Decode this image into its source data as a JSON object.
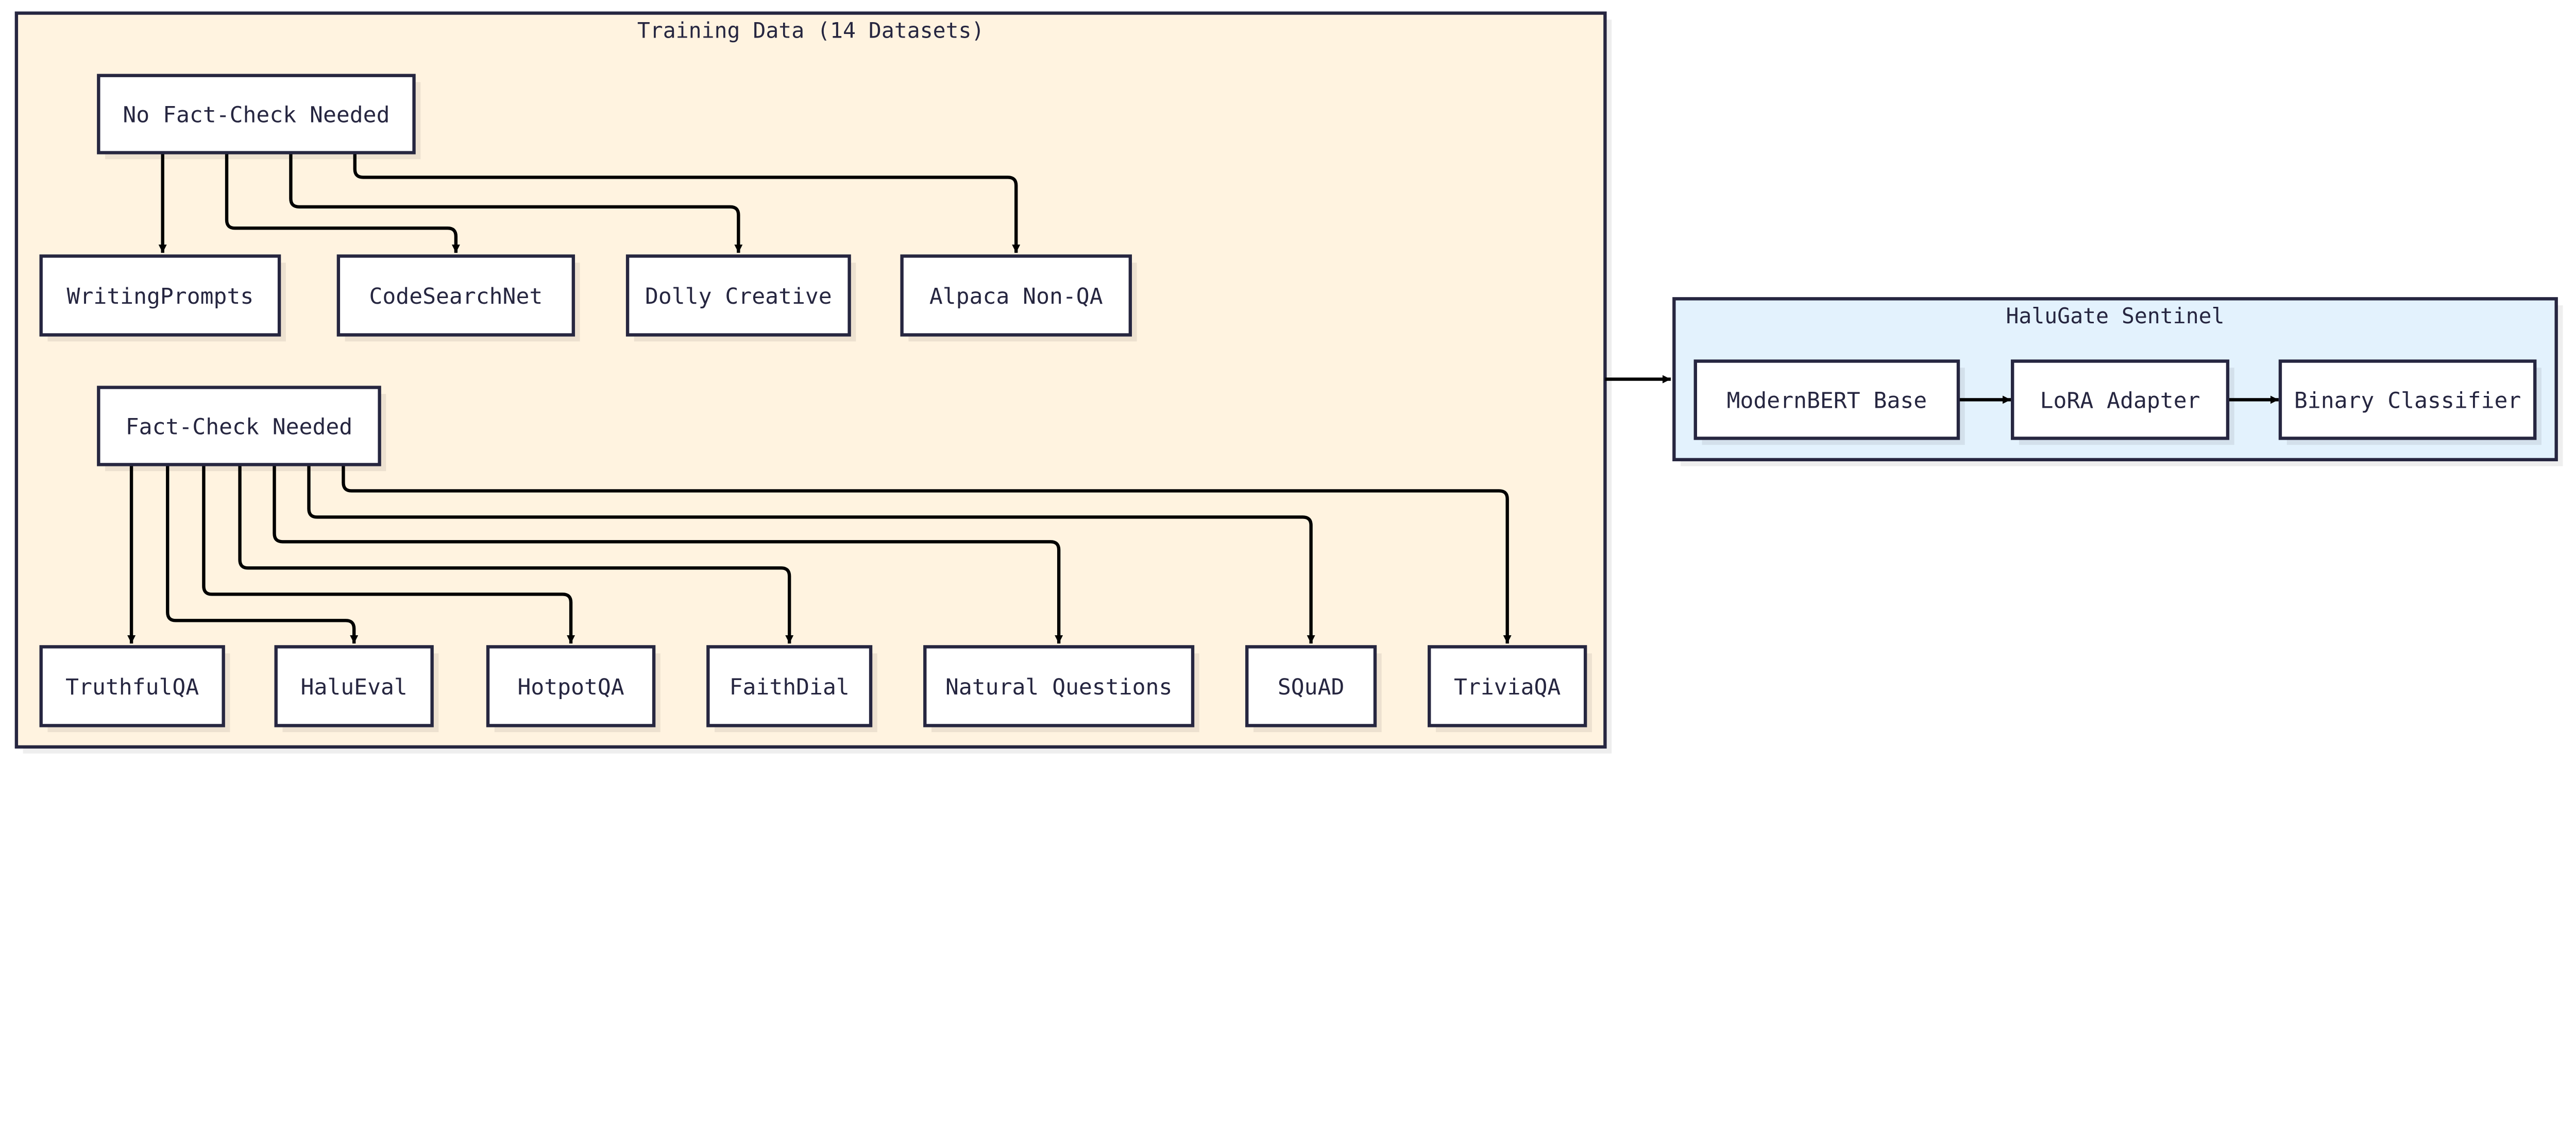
{
  "groups": {
    "training": {
      "title": "Training Data (14 Datasets)",
      "fill": "#fff3e0"
    },
    "sentinel": {
      "title": "HaluGate Sentinel",
      "fill": "#e3f2fd"
    }
  },
  "nodes": {
    "no_fact": "No Fact-Check Needed",
    "fact": "Fact-Check Needed",
    "writingprompts": "WritingPrompts",
    "codesearchnet": "CodeSearchNet",
    "dolly": "Dolly Creative",
    "alpaca": "Alpaca Non-QA",
    "truthfulqa": "TruthfulQA",
    "halueval": "HaluEval",
    "hotpotqa": "HotpotQA",
    "faithdial": "FaithDial",
    "nq": "Natural Questions",
    "squad": "SQuAD",
    "triviaqa": "TriviaQA",
    "modernbert": "ModernBERT Base",
    "lora": "LoRA Adapter",
    "binary": "Binary Classifier"
  },
  "edges": [
    [
      "no_fact",
      "writingprompts"
    ],
    [
      "no_fact",
      "codesearchnet"
    ],
    [
      "no_fact",
      "dolly"
    ],
    [
      "no_fact",
      "alpaca"
    ],
    [
      "fact",
      "truthfulqa"
    ],
    [
      "fact",
      "halueval"
    ],
    [
      "fact",
      "hotpotqa"
    ],
    [
      "fact",
      "faithdial"
    ],
    [
      "fact",
      "nq"
    ],
    [
      "fact",
      "squad"
    ],
    [
      "fact",
      "triviaqa"
    ],
    [
      "training",
      "sentinel"
    ],
    [
      "modernbert",
      "lora"
    ],
    [
      "lora",
      "binary"
    ]
  ],
  "colors": {
    "stroke": "#262640",
    "node_fill": "#ffffff",
    "edge": "#000000"
  }
}
